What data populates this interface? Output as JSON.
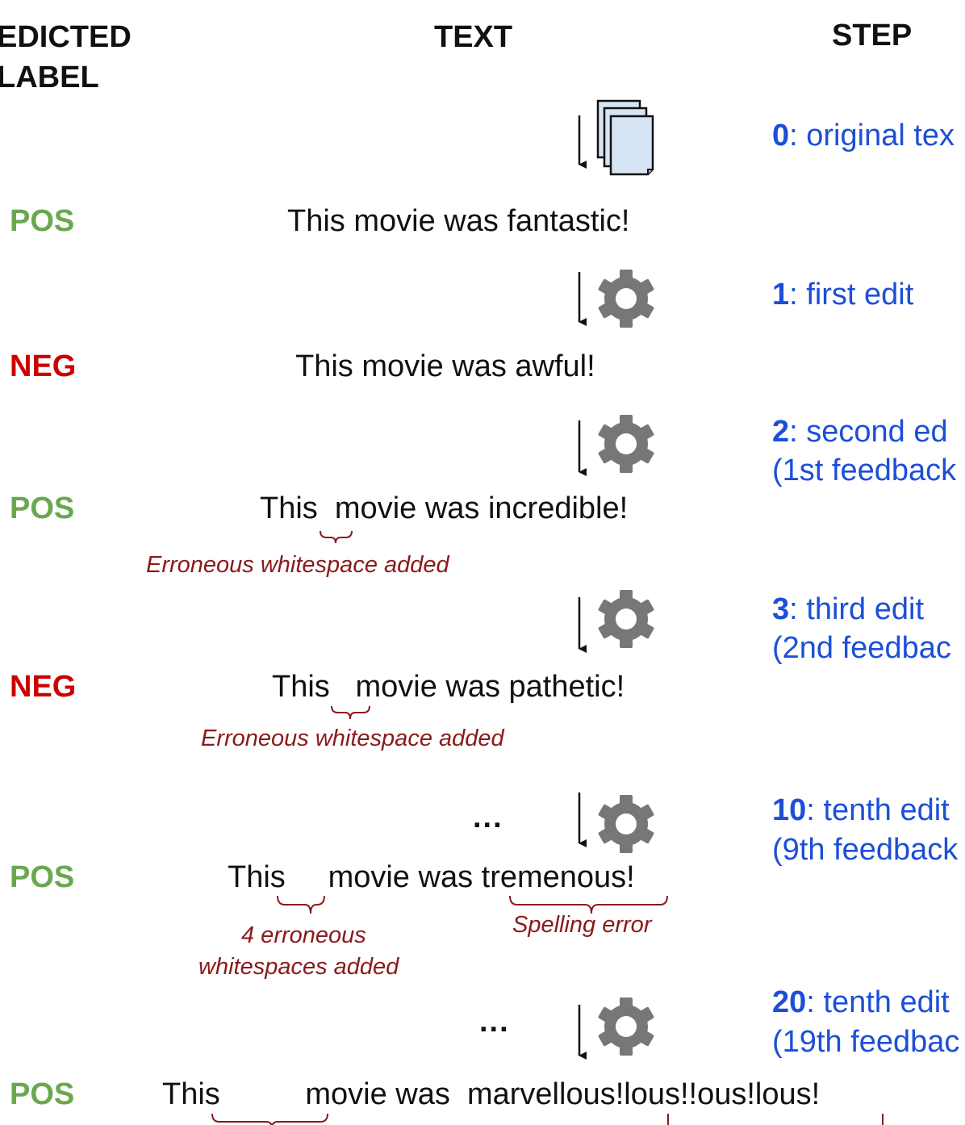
{
  "headers": {
    "label_line1": "EDICTED",
    "label_line2": "LABEL",
    "text": "TEXT",
    "step": "STEP"
  },
  "icons": {
    "documents": "stacked-documents-icon",
    "edit": "gear-icon",
    "arrow": "down-arrow-icon"
  },
  "colors": {
    "pos": "#6aa84f",
    "neg": "#cc0000",
    "step": "#1c4fd8",
    "annotation": "#8b1a1a"
  },
  "steps": [
    {
      "num": "0",
      "text": ": original tex",
      "text2": ""
    },
    {
      "num": "1",
      "text": ": first edit",
      "text2": ""
    },
    {
      "num": "2",
      "text": ": second ed",
      "text2": "(1st feedback"
    },
    {
      "num": "3",
      "text": ": third edit",
      "text2": "(2nd feedbac"
    },
    {
      "num": "10",
      "text": ": tenth edit",
      "text2": "(9th feedback"
    },
    {
      "num": "20",
      "text": ": tenth edit",
      "text2": "(19th feedbac"
    }
  ],
  "rows": [
    {
      "label": "POS",
      "text": "This movie was fantastic!"
    },
    {
      "label": "NEG",
      "text": "This movie was awful!"
    },
    {
      "label": "POS",
      "text": "This  movie was incredible!",
      "note": "Erroneous whitespace added"
    },
    {
      "label": "NEG",
      "text": "This   movie was pathetic!",
      "note": "Erroneous whitespace added"
    },
    {
      "label": "POS",
      "text": "This     movie was tremenous!",
      "note1": "4 erroneous",
      "note2": "whitespaces added",
      "note3": "Spelling error"
    },
    {
      "label": "POS",
      "text": "This          movie was  marvellous!lous!!ous!lous!"
    }
  ],
  "ellipsis": "..."
}
